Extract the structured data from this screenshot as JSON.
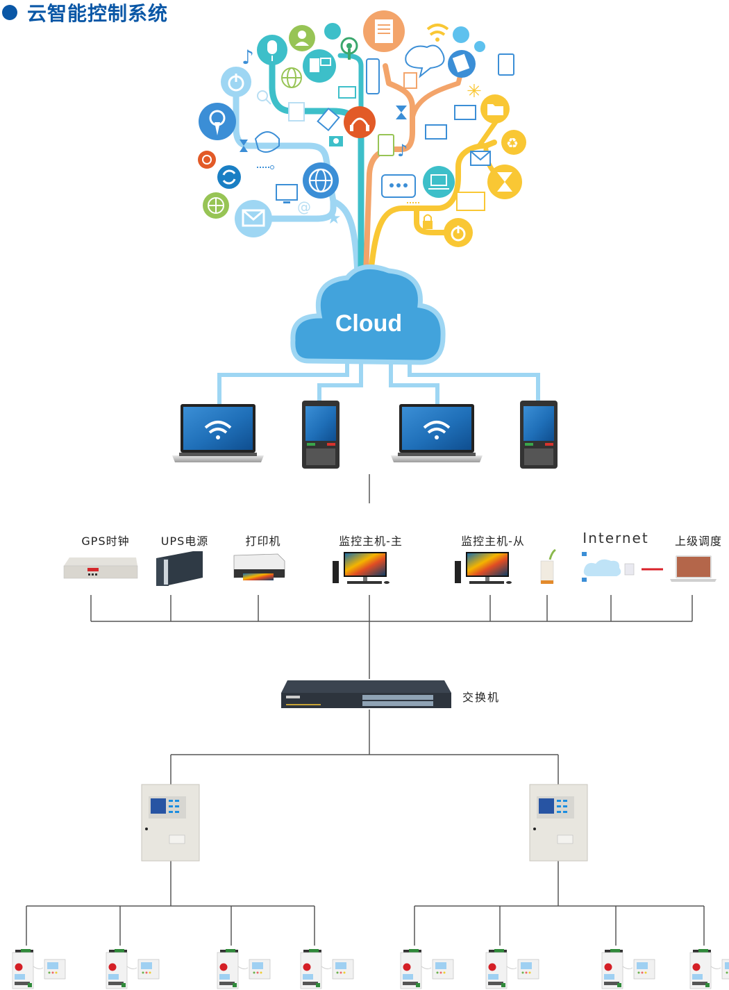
{
  "title": "云智能控制系统",
  "colors": {
    "title": "#0a57a6",
    "cloud_fill": "#42a3dc",
    "cloud_outline": "#9ed6f3",
    "link_light_blue": "#9ed6f3",
    "wire_gray": "#555555",
    "branch_teal": "#3dbfc9",
    "branch_orange": "#f3a46a",
    "branch_yellow": "#f9c734",
    "branch_lightblue": "#9ed6f3",
    "internet_link_red": "#d9222a"
  },
  "cloud": {
    "label": "Cloud"
  },
  "tree_icons": [
    "power-icon",
    "music-note-icon",
    "microphone-icon",
    "user-icon",
    "dot-icon",
    "antenna-icon",
    "document-icon",
    "wifi-icon",
    "chat-bubble-icon",
    "notepad-icon",
    "tablet-icon",
    "broadcast-icon",
    "globe-icon",
    "camera-projector-icon",
    "monitor-icon",
    "phone-icon",
    "search-cancel-icon",
    "file-icon",
    "card-icon",
    "headphones-icon",
    "hourglass-icon",
    "asterisk-icon",
    "folder-icon",
    "recycle-icon",
    "email-icon",
    "laptop-icon",
    "lock-icon",
    "star-icon",
    "at-sign-icon",
    "refresh-icon",
    "film-reel-icon"
  ],
  "terminals": [
    {
      "type": "laptop",
      "icon": "wifi-icon"
    },
    {
      "type": "mobile-phone"
    },
    {
      "type": "laptop",
      "icon": "wifi-icon"
    },
    {
      "type": "mobile-phone"
    }
  ],
  "devices": [
    {
      "label": "GPS时钟",
      "icon": "gps-clock-icon"
    },
    {
      "label": "UPS电源",
      "icon": "ups-icon"
    },
    {
      "label": "打印机",
      "icon": "printer-icon"
    },
    {
      "label": "监控主机-主",
      "icon": "desktop-computer-icon"
    },
    {
      "label": "监控主机-从",
      "icon": "desktop-computer-icon"
    },
    {
      "label": "Internet",
      "icon": "internet-cloud-icon"
    },
    {
      "label": "上级调度",
      "icon": "laptop-icon"
    }
  ],
  "switch": {
    "label": "交换机"
  },
  "controllers": [
    {
      "name": "controller-left",
      "children": 4
    },
    {
      "name": "controller-right",
      "children": 4
    }
  ]
}
